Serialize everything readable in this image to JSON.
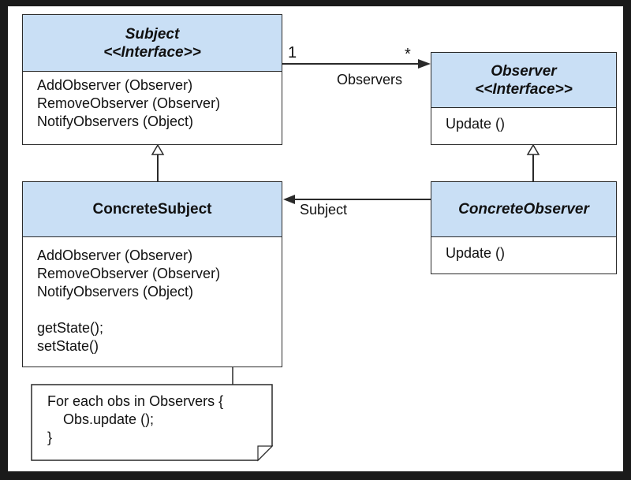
{
  "subject": {
    "name": "Subject",
    "stereotype": "<<Interface>>",
    "methods": [
      "AddObserver (Observer)",
      "RemoveObserver (Observer)",
      "NotifyObservers (Object)"
    ]
  },
  "observer": {
    "name": "Observer",
    "stereotype": "<<Interface>>",
    "methods": [
      "Update ()"
    ]
  },
  "concrete_subject": {
    "name": "ConcreteSubject",
    "methods": [
      "AddObserver (Observer)",
      "RemoveObserver (Observer)",
      "NotifyObservers (Object)",
      "",
      "getState();",
      "setState()"
    ]
  },
  "concrete_observer": {
    "name": "ConcreteObserver",
    "methods": [
      "Update ()"
    ]
  },
  "association": {
    "role_label": "Observers",
    "multiplicity_source": "1",
    "multiplicity_target": "*"
  },
  "back_reference": {
    "role_label": "Subject"
  },
  "note": {
    "lines": [
      "For each obs in Observers {",
      "    Obs.update ();",
      "}"
    ]
  }
}
